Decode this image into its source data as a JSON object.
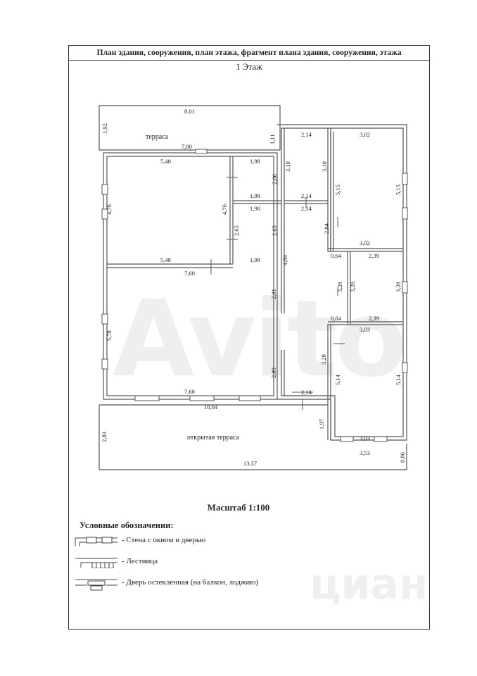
{
  "header": {
    "title": "План здания, сооружения, план этажа, фрагмент плана здания, сооружения, этажа",
    "floor_label": "1 Этаж"
  },
  "rooms": {
    "terrace": "терраса",
    "open_terrace": "открытая терраса"
  },
  "dims": {
    "d_801": "8,01",
    "d_192": "1,92",
    "d_111": "1,11",
    "d_780": "7,80",
    "d_214_a": "2,14",
    "d_302_a": "3,02",
    "d_310_a": "3,10",
    "d_310_b": "3,10",
    "d_548_a": "5,48",
    "d_198_a": "1,98",
    "d_200": "2,00",
    "d_198_b": "1,98",
    "d_214_b": "2,14",
    "d_214_c": "2,14",
    "d_515_a": "5,15",
    "d_515_b": "5,15",
    "d_476_a": "4,76",
    "d_476_b": "4,76",
    "d_198_c": "1,98",
    "d_265_a": "2,65",
    "d_265_b": "2,65",
    "d_204": "2,04",
    "d_302_b": "3,02",
    "d_548_b": "5,48",
    "d_198_d": "1,98",
    "d_064_a": "0,64",
    "d_239_a": "2,39",
    "d_484": "4,84",
    "d_760_a": "7,60",
    "d_281": "2,81",
    "d_328_a": "3,28",
    "d_328_b": "3,28",
    "d_328_c": "3,28",
    "d_064_b": "0,64",
    "d_239_b": "2,39",
    "d_578": "5,78",
    "d_303_a": "3,03",
    "d_328_d": "3,28",
    "d_209": "2,09",
    "d_514_a": "5,14",
    "d_514_b": "5,14",
    "d_760_b": "7,60",
    "d_214_d": "2,14",
    "d_1004": "10,04",
    "d_197": "1,97",
    "d_283": "2,83",
    "d_303_b": "3,03",
    "d_353": "3,53",
    "d_086": "0,86",
    "d_1357": "13,57"
  },
  "scale_label": "Масштаб 1:100",
  "legend": {
    "title": "Условные обозначении:",
    "items": [
      "- Стена с окном и дверью",
      "- Лестница",
      "- Дверь остекленная (на балкон, лоджию)"
    ]
  },
  "watermarks": {
    "avito": "Avito",
    "cian": "циан"
  }
}
